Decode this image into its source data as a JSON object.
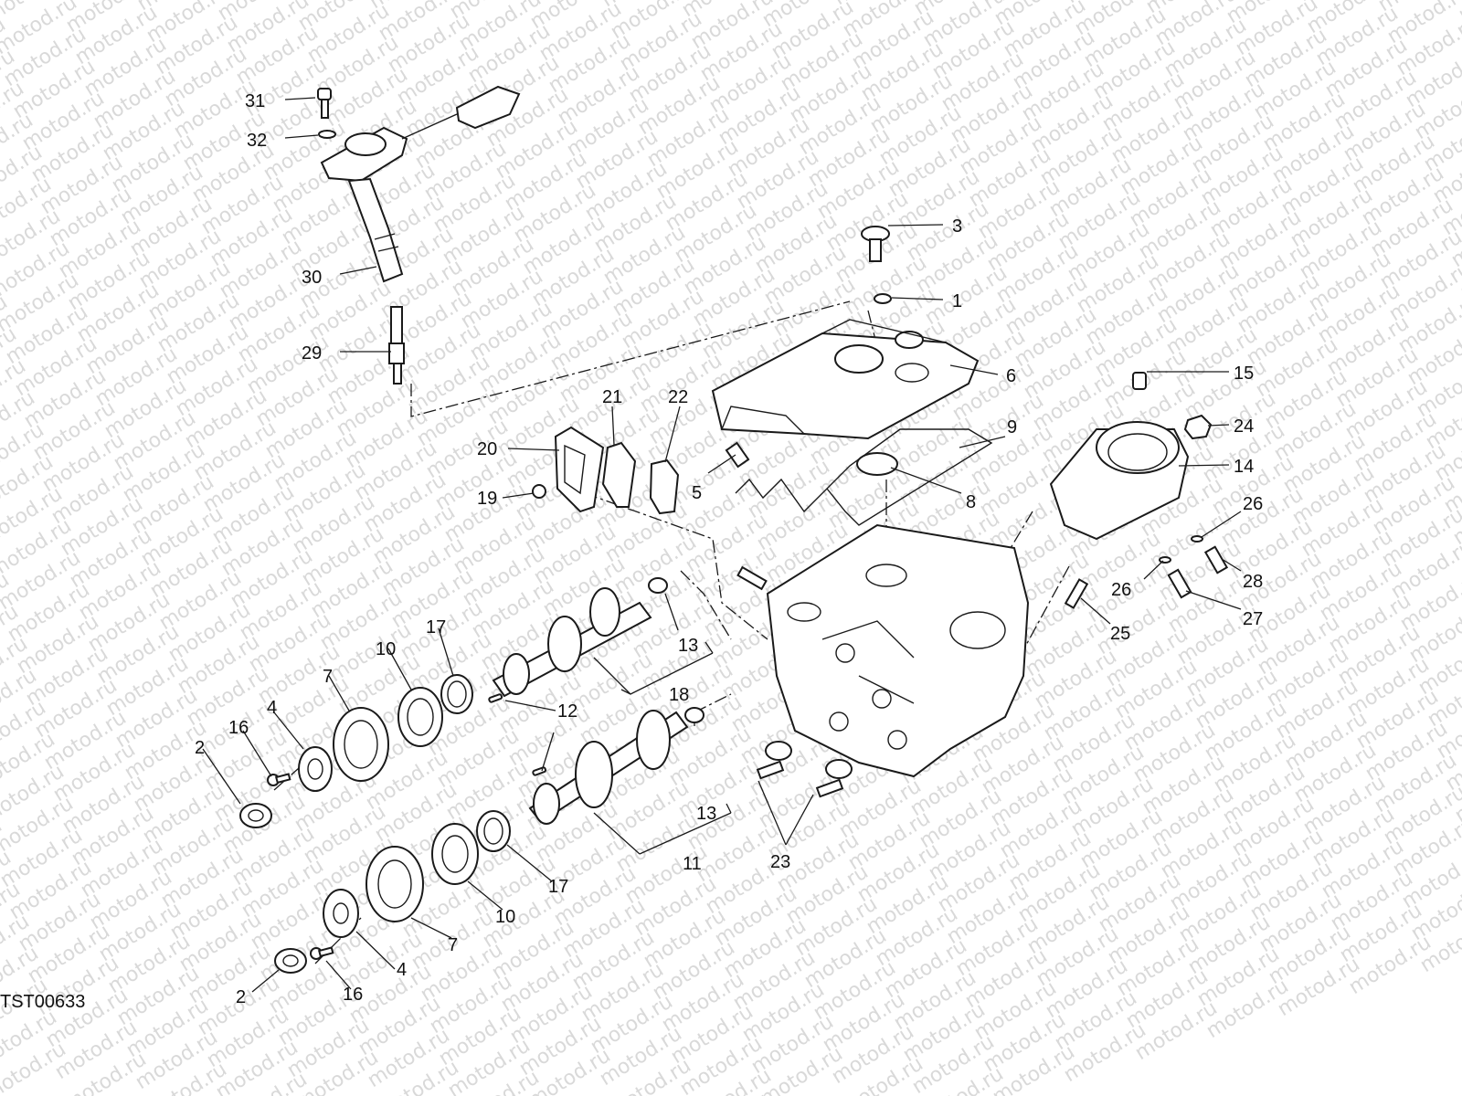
{
  "diagram": {
    "code": "TST00633",
    "watermark_text": "motod.ru",
    "callouts": [
      {
        "id": "c31",
        "label": "31"
      },
      {
        "id": "c32",
        "label": "32"
      },
      {
        "id": "c30",
        "label": "30"
      },
      {
        "id": "c29",
        "label": "29"
      },
      {
        "id": "c3",
        "label": "3"
      },
      {
        "id": "c1",
        "label": "1"
      },
      {
        "id": "c6",
        "label": "6"
      },
      {
        "id": "c15",
        "label": "15"
      },
      {
        "id": "c24",
        "label": "24"
      },
      {
        "id": "c14",
        "label": "14"
      },
      {
        "id": "c9",
        "label": "9"
      },
      {
        "id": "c8",
        "label": "8"
      },
      {
        "id": "c5",
        "label": "5"
      },
      {
        "id": "c21",
        "label": "21"
      },
      {
        "id": "c22",
        "label": "22"
      },
      {
        "id": "c20",
        "label": "20"
      },
      {
        "id": "c19",
        "label": "19"
      },
      {
        "id": "c26a",
        "label": "26"
      },
      {
        "id": "c26b",
        "label": "26"
      },
      {
        "id": "c28",
        "label": "28"
      },
      {
        "id": "c27",
        "label": "27"
      },
      {
        "id": "c25",
        "label": "25"
      },
      {
        "id": "c17a",
        "label": "17"
      },
      {
        "id": "c10a",
        "label": "10"
      },
      {
        "id": "c7a",
        "label": "7"
      },
      {
        "id": "c13a",
        "label": "13"
      },
      {
        "id": "c18",
        "label": "18"
      },
      {
        "id": "c12",
        "label": "12"
      },
      {
        "id": "c4a",
        "label": "4"
      },
      {
        "id": "c16a",
        "label": "16"
      },
      {
        "id": "c2a",
        "label": "2"
      },
      {
        "id": "c13b",
        "label": "13"
      },
      {
        "id": "c11",
        "label": "11"
      },
      {
        "id": "c17b",
        "label": "17"
      },
      {
        "id": "c10b",
        "label": "10"
      },
      {
        "id": "c7b",
        "label": "7"
      },
      {
        "id": "c4b",
        "label": "4"
      },
      {
        "id": "c2b",
        "label": "2"
      },
      {
        "id": "c16b",
        "label": "16"
      },
      {
        "id": "c23",
        "label": "23"
      }
    ]
  }
}
